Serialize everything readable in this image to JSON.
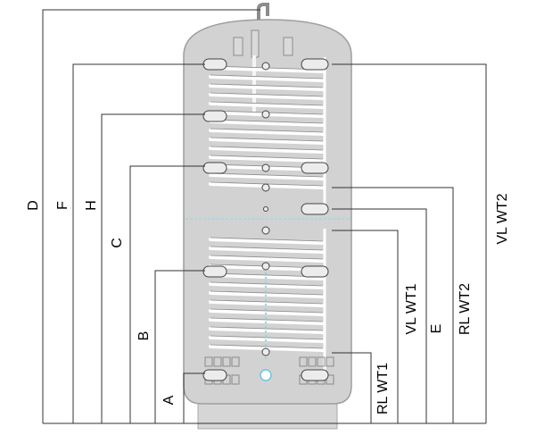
{
  "dimension_labels": {
    "A": "A",
    "B": "B",
    "C": "C",
    "D": "D",
    "E": "E",
    "F": "F",
    "H": "H",
    "rl_wt1": "RL WT1",
    "vl_wt1": "VL WT1",
    "rl_wt2": "RL WT2",
    "vl_wt2": "VL WT2"
  },
  "colors": {
    "tank_fill": "#d2d2d2",
    "tank_outline": "#a0a0a0",
    "coil": "#ffffff",
    "dimension_line": "#333333",
    "sensor_accent": "#8cd8e8"
  }
}
